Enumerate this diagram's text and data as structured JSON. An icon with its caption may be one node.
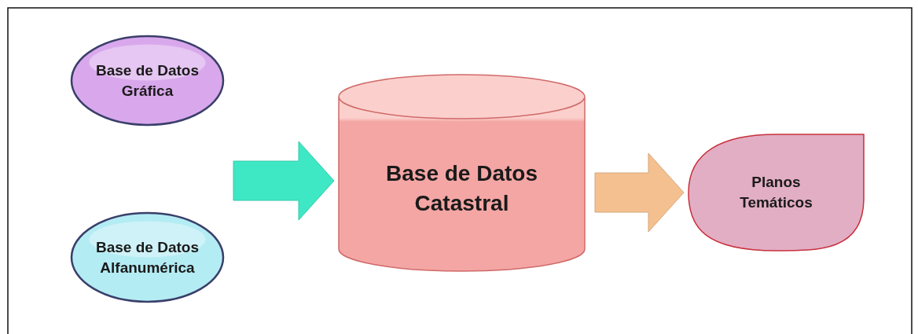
{
  "diagram": {
    "nodes": [
      {
        "text": [
          "Base de Datos Gráfica"
        ]
      },
      {
        "text": [
          "Base de Datos Alfanumérica"
        ]
      },
      {
        "text": [
          "Base de Datos Catastral"
        ]
      },
      {
        "text": [
          "Planos Temáticos"
        ]
      }
    ],
    "edges": [
      {
        "from": 0,
        "to": 2,
        "arrow": "to",
        "color": "#3ee8c4"
      },
      {
        "from": 1,
        "to": 2,
        "arrow": "to",
        "color": "#3ee8c4"
      },
      {
        "from": 2,
        "to": 3,
        "arrow": "to",
        "color": "#f5c090"
      }
    ]
  }
}
